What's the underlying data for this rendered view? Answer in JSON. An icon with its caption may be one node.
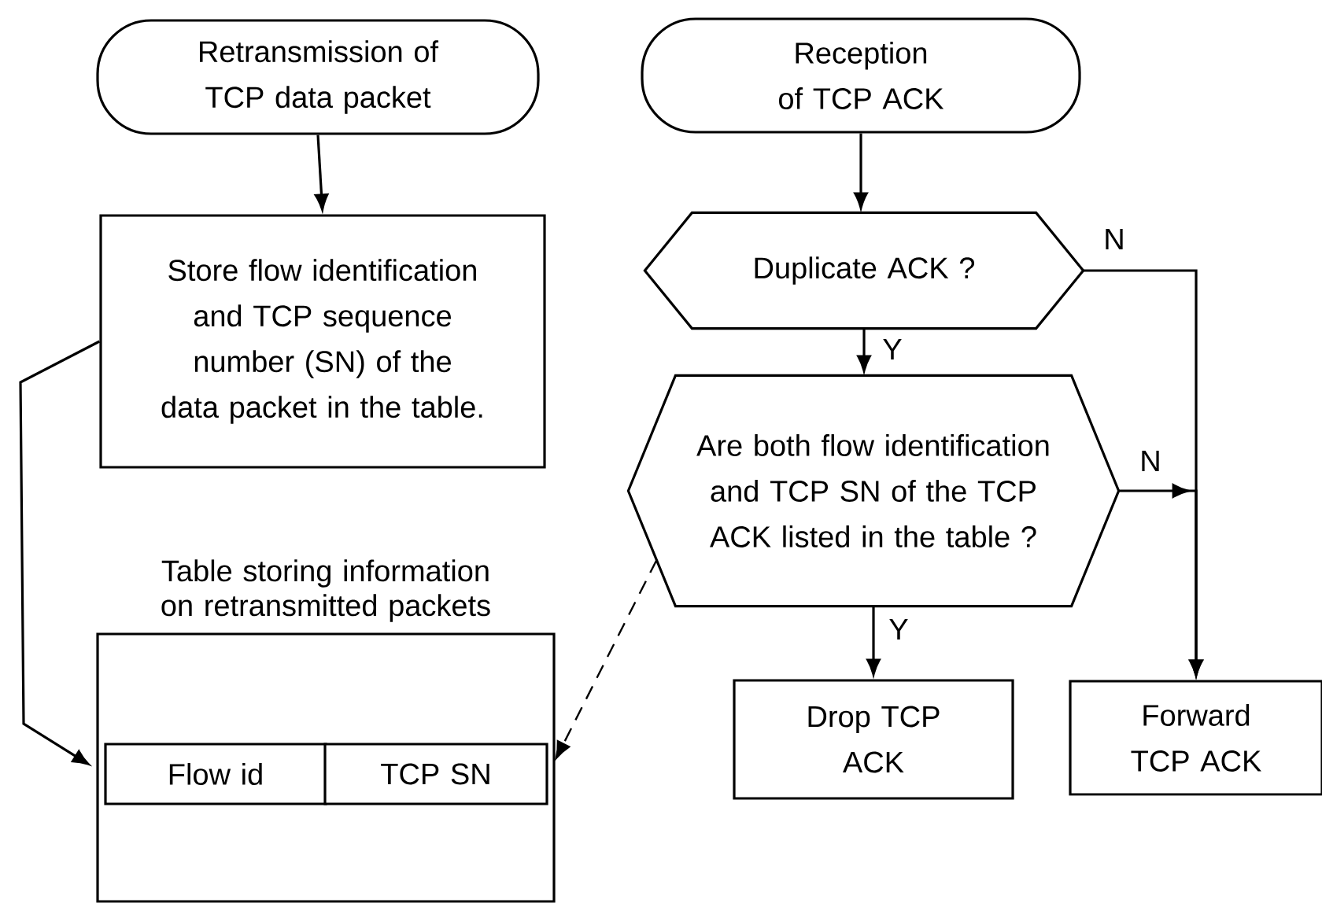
{
  "diagram": {
    "nodes": [
      {
        "text": [
          "Retransmission of TCP data packet"
        ]
      },
      {
        "text": [
          "Store flow identification and TCP sequence number (SN) of the data packet in the table."
        ]
      },
      {
        "text": [
          "Table storing information on retransmitted packets"
        ]
      },
      {
        "text": [
          "Flow id"
        ],
        "in": 2
      },
      {
        "text": [
          "TCP SN"
        ],
        "in": 2
      },
      {
        "text": [
          "Reception of TCP ACK"
        ]
      },
      {
        "text": [
          "Duplicate ACK ?"
        ]
      },
      {
        "text": [
          "Are both flow identification and TCP SN of the TCP ACK listed in the table ?"
        ]
      },
      {
        "text": [
          "Drop TCP ACK"
        ]
      },
      {
        "text": [
          "Forward TCP ACK"
        ]
      }
    ],
    "edges": [
      {
        "from": 0,
        "to": 1,
        "arrow": "to"
      },
      {
        "from": 1,
        "to": 3,
        "arrow": "to"
      },
      {
        "from": 5,
        "to": 6,
        "arrow": "to"
      },
      {
        "from": 6,
        "to": 7,
        "arrow": "to",
        "label": "Y"
      },
      {
        "from": 7,
        "to": 8,
        "arrow": "to",
        "label": "Y"
      },
      {
        "from": 6,
        "to": 9,
        "arrow": "to",
        "label": "N"
      },
      {
        "from": 7,
        "to": 9,
        "arrow": "to",
        "label": "N"
      },
      {
        "from": 7,
        "to": 4,
        "arrow": "to",
        "style": "dashed"
      }
    ]
  }
}
